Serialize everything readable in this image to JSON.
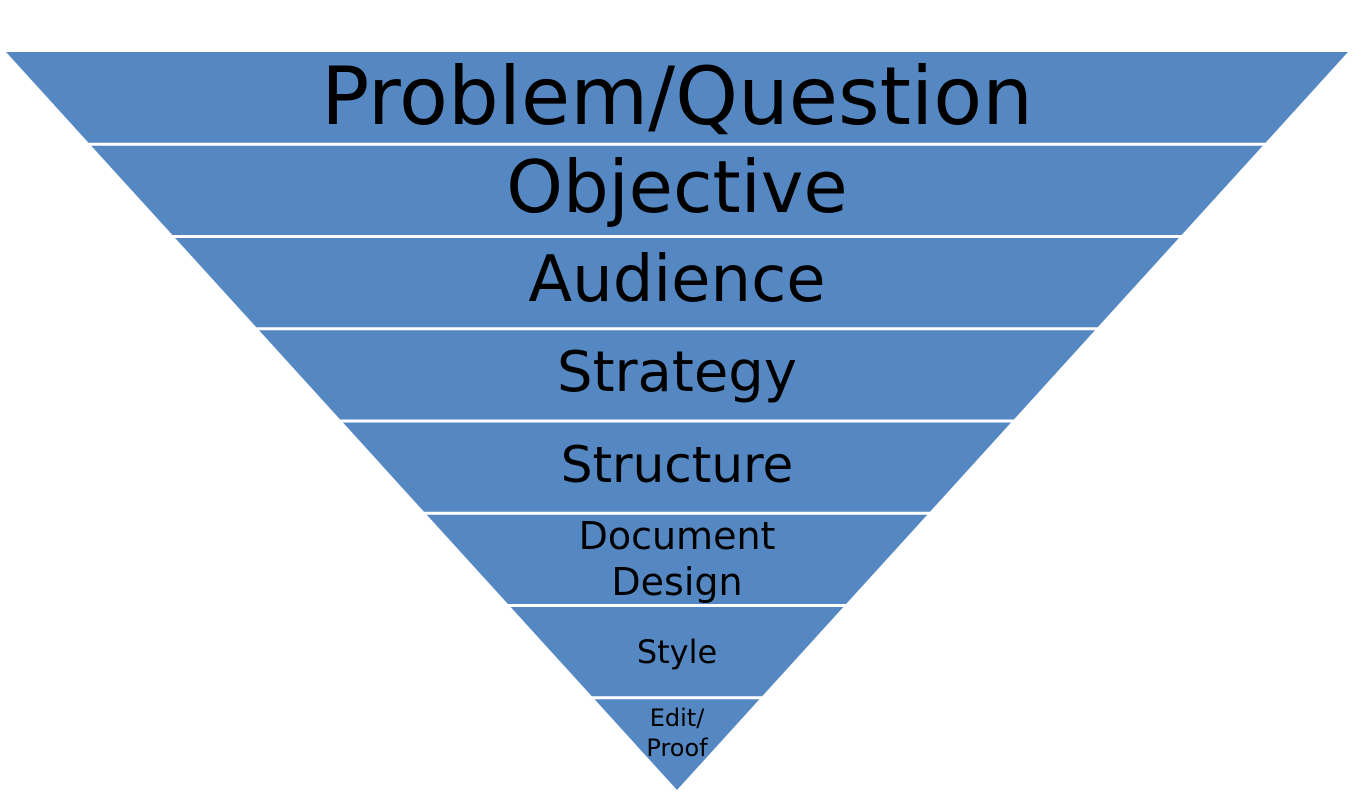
{
  "diagram": {
    "fill_color": "#5588c3",
    "divider_color": "#ffffff",
    "text_color": "#000000",
    "levels": [
      {
        "label": "Problem/Question"
      },
      {
        "label": "Objective"
      },
      {
        "label": "Audience"
      },
      {
        "label": "Strategy"
      },
      {
        "label": "Structure"
      },
      {
        "label": "Document",
        "label_line2": "Design"
      },
      {
        "label": "Style"
      },
      {
        "label": "Edit/",
        "label_line2": "Proof"
      }
    ]
  }
}
